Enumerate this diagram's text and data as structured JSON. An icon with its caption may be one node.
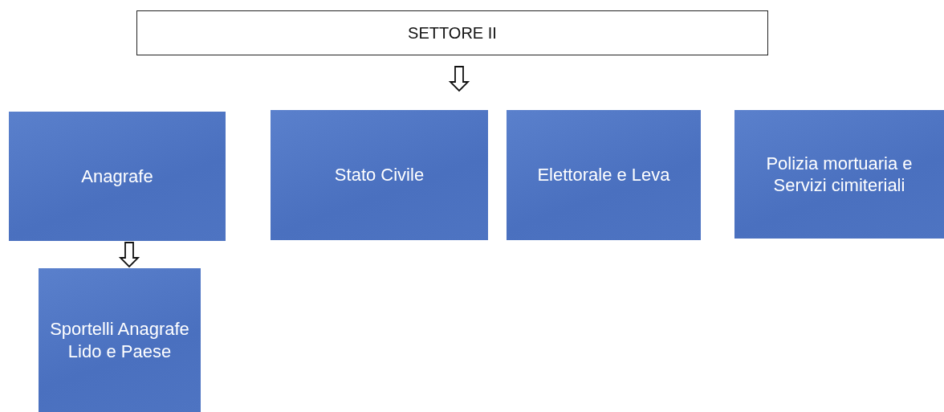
{
  "diagram": {
    "nodes": [
      {
        "text": [
          "SETTORE II"
        ]
      },
      {
        "text": [
          "Anagrafe"
        ]
      },
      {
        "text": [
          "Stato Civile"
        ]
      },
      {
        "text": [
          "Elettorale e Leva"
        ]
      },
      {
        "text": [
          "Polizia mortuaria e Servizi cimiteriali"
        ]
      },
      {
        "text": [
          "Sportelli Anagrafe Lido e Paese"
        ]
      }
    ],
    "edges": [
      {
        "from": 0,
        "to": 2,
        "arrow": "to"
      },
      {
        "from": 1,
        "to": 5,
        "arrow": "to"
      }
    ]
  }
}
